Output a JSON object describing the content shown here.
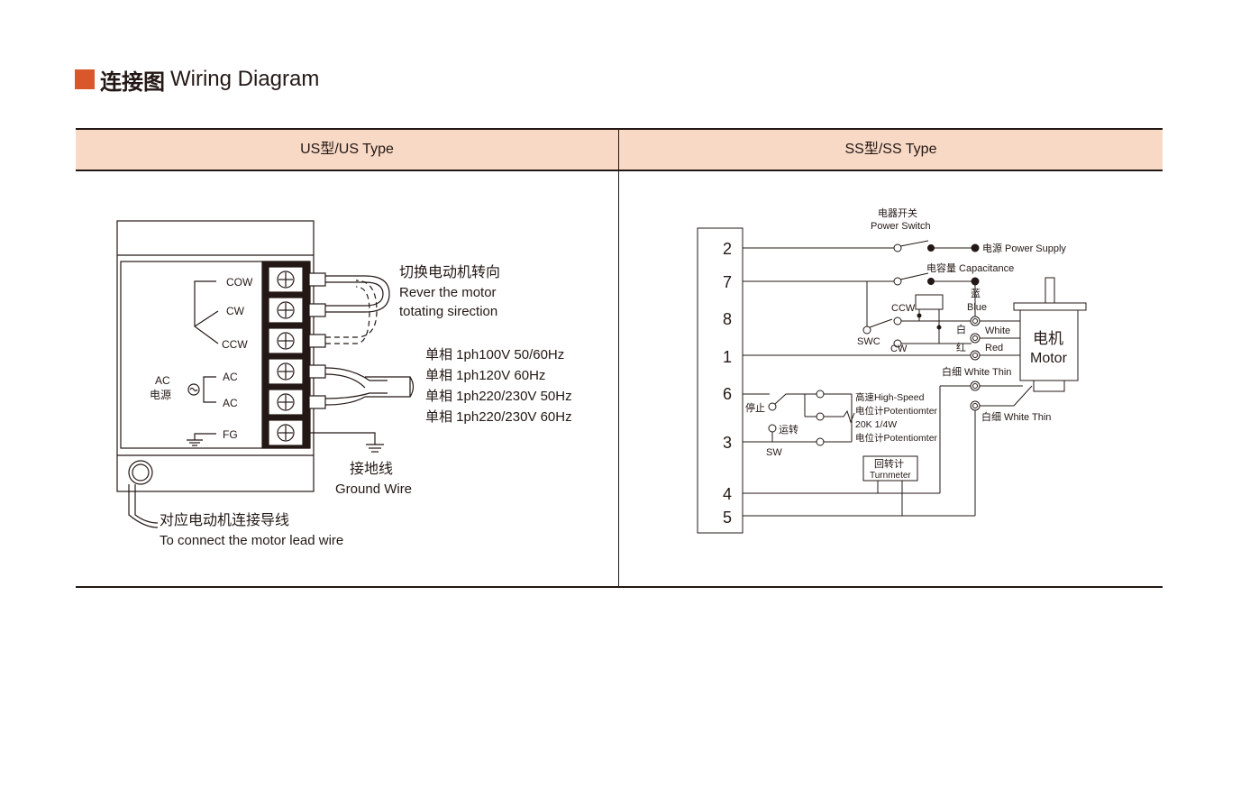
{
  "heading": {
    "zh": "连接图",
    "en": "Wiring Diagram",
    "accent_color": "#d9582b"
  },
  "table": {
    "header_bg": "#f8d9c6",
    "col_us": "US型/US Type",
    "col_ss": "SS型/SS Type"
  },
  "us": {
    "terminals": [
      "COW",
      "CW",
      "CCW",
      "AC",
      "AC",
      "FG"
    ],
    "ac_label": "AC",
    "ac_label_zh": "电源",
    "reverse_zh": "切换电动机转向",
    "reverse_en1": "Rever the motor",
    "reverse_en2": "totating sirection",
    "power_lines": [
      "单相 1ph100V  50/60Hz",
      "单相 1ph120V  60Hz",
      "单相 1ph220/230V  50Hz",
      "单相 1ph220/230V  60Hz"
    ],
    "ground_zh": "接地线",
    "ground_en": "Ground Wire",
    "lead_zh": "对应电动机连接导线",
    "lead_en": "To connect the motor lead wire"
  },
  "ss": {
    "terminals": [
      "2",
      "7",
      "8",
      "1",
      "6",
      "3",
      "4",
      "5"
    ],
    "power_switch_zh": "电器开关",
    "power_switch_en": "Power Switch",
    "power_supply": "电源 Power Supply",
    "capacitance": "电容量 Capacitance",
    "blue_zh": "蓝",
    "blue_en": "Blue",
    "white_zh": "白",
    "white_en": "White",
    "red_zh": "红",
    "red_en": "Red",
    "ccw": "CCW",
    "cw": "CW",
    "swc": "SWC",
    "motor_zh": "电机",
    "motor_en": "Motor",
    "white_thin_1": "白细 White Thin",
    "white_thin_2": "白细 White Thin",
    "stop": "停止",
    "run": "运转",
    "sw": "SW",
    "pot_line1": "高速High-Speed",
    "pot_line2": "电位计Potentiomter",
    "pot_line3": "20K  1/4W",
    "pot_line4": "电位计Potentiomter",
    "turnmeter_zh": "回转计",
    "turnmeter_en": "Turnmeter"
  }
}
